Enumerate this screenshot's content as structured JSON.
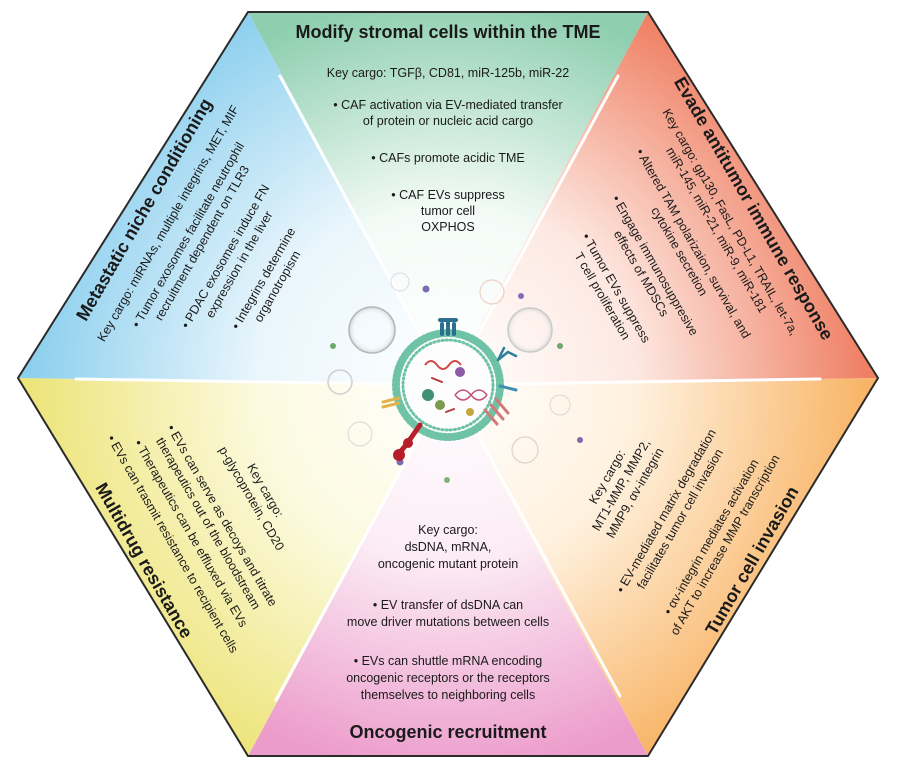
{
  "sections": {
    "tme": {
      "title": "Modify stromal cells within the TME",
      "cargo": "Key cargo: TGFβ, CD81, miR-125b, miR-22",
      "b1a": "• CAF activation via EV-mediated transfer",
      "b1b": "of protein or nucleic acid cargo",
      "b2": "• CAFs promote acidic TME",
      "b3a": "• CAF EVs suppress",
      "b3b": "tumor cell",
      "b3c": "OXPHOS",
      "color": "#b8e0cc"
    },
    "immune": {
      "title": "Evade antitumor immune response",
      "cargo1": "Key cargo: gp130, FasL, PD-L1, TRAIL, let-7a,",
      "cargo2": "miR-145, miR-21, miR-9, miR-181",
      "b1a": "• Altered TAM polarizaion, survival, and",
      "b1b": "cytokine secretion",
      "b2a": "• Engage immunosuppresive",
      "b2b": "effects of MDSCs",
      "b3a": "• Tumor EVs suppress",
      "b3b": "T cell proliferation",
      "color": "#f39a82"
    },
    "invasion": {
      "title": "Tumor cell invasion",
      "cargo1": "Key cargo:",
      "cargo2": "MT1-MMP, MMP2,",
      "cargo3": "MMP9, αv-integrin",
      "b1a": "• EV-mediated matrix degradation",
      "b1b": "facilitates tumor cell invasion",
      "b2a": "• αv-integrin mediates activation",
      "b2b": "of AKT to increase MMP transcription",
      "color": "#fbc98a"
    },
    "oncogenic": {
      "title": "Oncogenic recruitment",
      "cargo1": "Key cargo:",
      "cargo2": "dsDNA, mRNA,",
      "cargo3": "oncogenic mutant protein",
      "b1a": "• EV transfer of dsDNA can",
      "b1b": "move driver mutations between cells",
      "b2a": "• EVs can shuttle mRNA encoding",
      "b2b": "oncogenic receptors or the receptors",
      "b2c": "themselves to neighboring cells",
      "color": "#f2b6d6"
    },
    "multidrug": {
      "title": "Multidrug resistance",
      "cargo1": "Key cargo:",
      "cargo2": "p-glycoprotein, CD20",
      "b1a": "• EVs can serve as decoys and titrate",
      "b1b": "therapeutics out of the bloodstream",
      "b2": "• Therapeutics can be effluxed via EVs",
      "b3": "• EVs can trasmit resistance to recipient cells",
      "color": "#f1ec9c"
    },
    "metastatic": {
      "title": "Metastatic niche conditioning",
      "cargo": "Key cargo: miRNAs, multiple integrins, MET, MIF",
      "b1a": "• Tumor exosomes facilitate neutrophil",
      "b1b": "recruitment dependent on TLR3",
      "b2a": "• PDAC exosomes induce FN",
      "b2b": "expression in the liver",
      "b3a": "• Integrins determine",
      "b3b": "organotropism",
      "color": "#aedcf0"
    }
  }
}
